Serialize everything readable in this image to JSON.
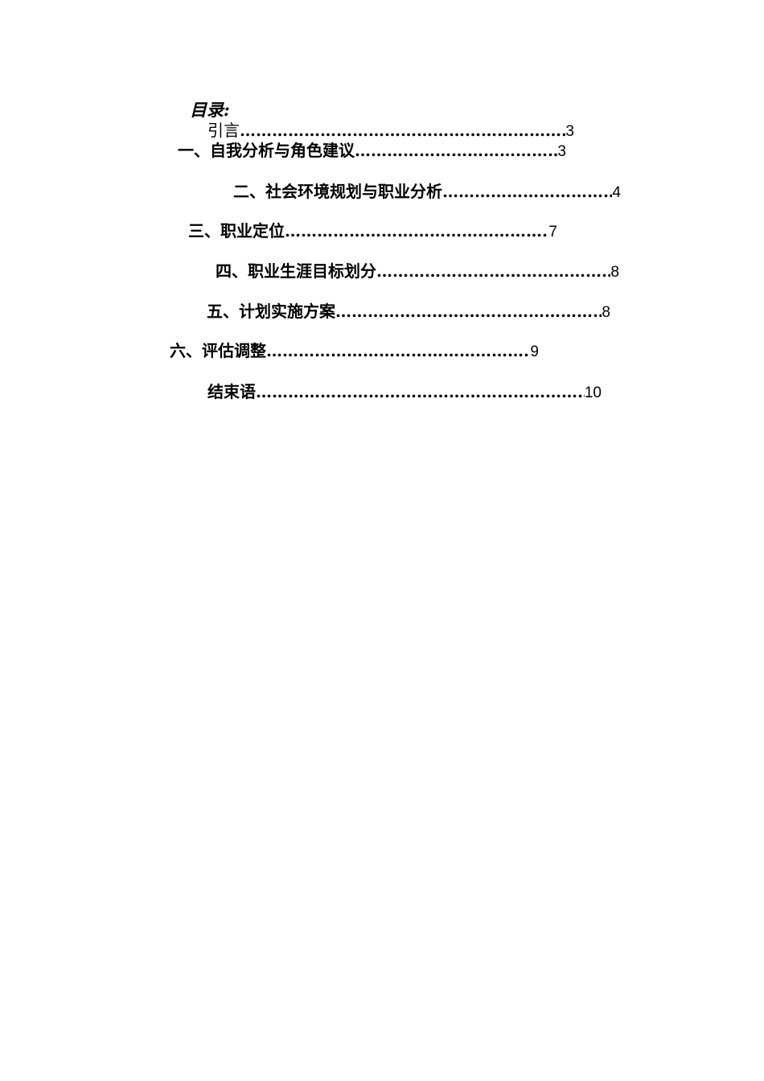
{
  "toc": {
    "title": "目录:",
    "entries": [
      {
        "label": "引言",
        "page": "3"
      },
      {
        "label": "一、自我分析与角色建议",
        "page": "3"
      },
      {
        "label": "二、社会环境规划与职业分析",
        "page": "4"
      },
      {
        "label": "三、职业定位",
        "page": "7"
      },
      {
        "label": "四、职业生涯目标划分",
        "page": "8"
      },
      {
        "label": "五、计划实施方案",
        "page": "8"
      },
      {
        "label": "六、评估调整",
        "page": "9"
      },
      {
        "label": "结束语",
        "page": "10"
      }
    ]
  }
}
